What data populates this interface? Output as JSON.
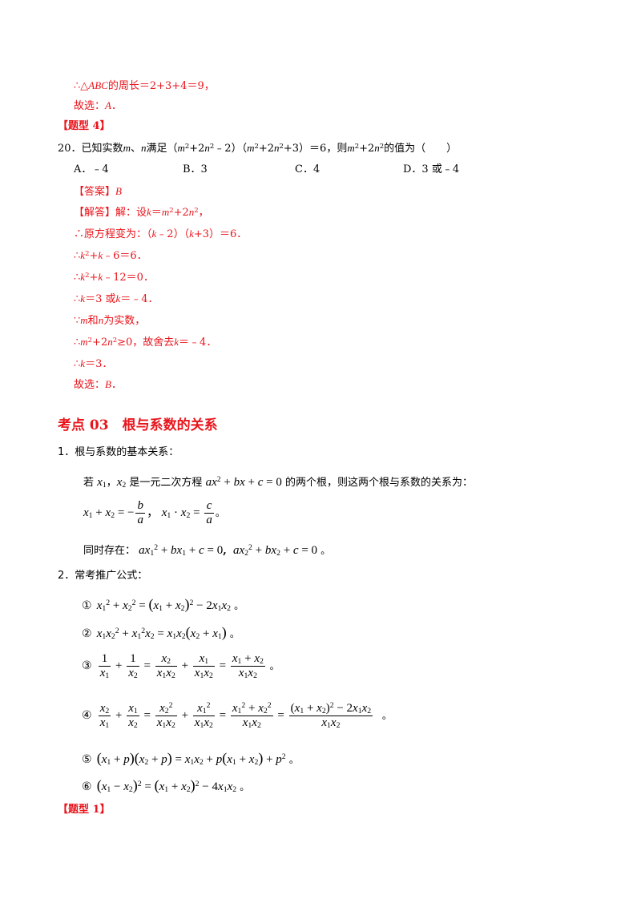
{
  "prev": {
    "perimeter_prefix": "∴△",
    "perimeter_tri": "ABC",
    "perimeter_text": "的周长＝2+3+4＝9，",
    "choose_prefix": "故选：",
    "choose_ans": "A",
    "choose_end": "．"
  },
  "type4_tag": "【题型 4】",
  "q20": {
    "num": "20．",
    "t1": "已知实数",
    "v_m": "m",
    "sep": "、",
    "v_n": "n",
    "t2": "满足（",
    "t3": "+2",
    "t4": "﹣2）（",
    "t5": "+2",
    "t6": "+3）＝6，则",
    "t7": "+2",
    "t8": "的值为（　　）",
    "optA": "A．﹣4",
    "optB": "B．3",
    "optC": "C．4",
    "optD": "D．3 或﹣4",
    "answer_label": "【答案】",
    "answer": "B",
    "sol_label": "【解答】",
    "sol_1": "解：设",
    "sol_1b": "＝",
    "sol_1c": "+2",
    "sol_1d": "，",
    "sol_2a": "∴原方程变为：（",
    "sol_2b": "﹣2）（",
    "sol_2c": "+3）＝6．",
    "sol_3a": "∴",
    "sol_3b": "+",
    "sol_3c": "﹣6＝6．",
    "sol_4c": "﹣12＝0．",
    "sol_5b": "＝3 或",
    "sol_5c": "＝﹣4．",
    "sol_6a": "∵",
    "sol_6b": "和",
    "sol_6c": "为实数，",
    "sol_7c": "≥0，故舍去",
    "sol_7d": "＝﹣4．",
    "sol_8b": "＝3．",
    "sol_9a": "故选：",
    "sol_9b": "B",
    "sol_9c": "．"
  },
  "section": {
    "title": "考点 03　根与系数的关系",
    "item1": "1．根与系数的基本关系：",
    "if_text": "若",
    "comma": "，",
    "quad_text": "是一元二次方程",
    "two_roots": "的两个根，则这两个根与系数的关系为：",
    "exist": "同时存在：",
    "period": "。",
    "item2": "2．常考推广公式：",
    "c1": "①",
    "c2": "②",
    "c3": "③",
    "c4": "④",
    "c5": "⑤",
    "c6": "⑥"
  },
  "type1_tag": "【题型 1】"
}
